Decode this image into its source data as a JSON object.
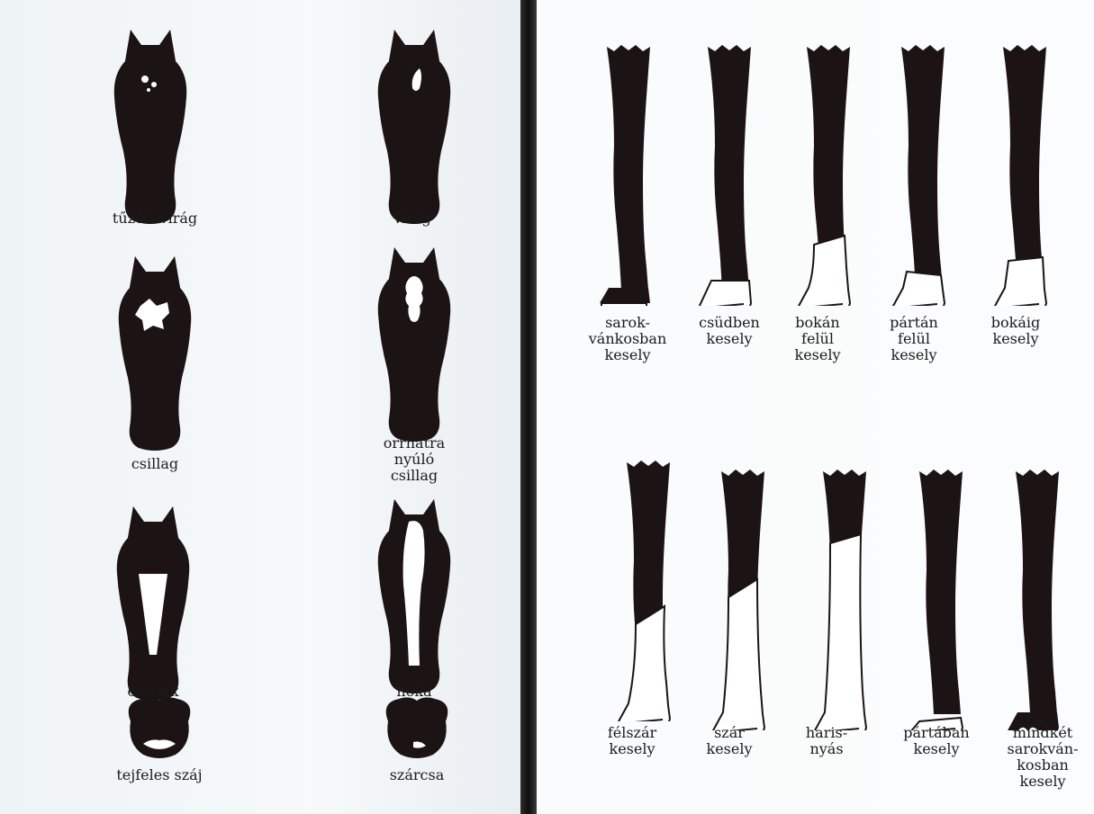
{
  "face_markings": [
    {
      "id": "tuzott-virag",
      "label": "tűzött virág"
    },
    {
      "id": "virag",
      "label": "virág"
    },
    {
      "id": "csillag",
      "label": "csillag"
    },
    {
      "id": "orrhatra-nyulo-csillag",
      "label_lines": [
        "orrhátra",
        "nyúló",
        "csillag"
      ]
    },
    {
      "id": "orrcsik",
      "label": "orrcsík"
    },
    {
      "id": "hoka",
      "label": "hóka"
    },
    {
      "id": "tejfeles-szaj",
      "label": "tejfeles száj"
    },
    {
      "id": "szarcsa",
      "label": "szárcsa"
    }
  ],
  "leg_markings_top": [
    {
      "id": "sarokvankosban-kesely",
      "label_lines": [
        "sarok-",
        "vánkosban",
        "kesely"
      ]
    },
    {
      "id": "csudben-kesely",
      "label_lines": [
        "csüdben",
        "kesely"
      ]
    },
    {
      "id": "bokan-felul-kesely",
      "label_lines": [
        "bokán",
        "felül",
        "kesely"
      ]
    },
    {
      "id": "partan-felul-kesely",
      "label_lines": [
        "pártán",
        "felül",
        "kesely"
      ]
    },
    {
      "id": "bokaig-kesely",
      "label_lines": [
        "bokáig",
        "kesely"
      ]
    }
  ],
  "leg_markings_bottom": [
    {
      "id": "felszar-kesely",
      "label_lines": [
        "félszár",
        "kesely"
      ]
    },
    {
      "id": "szar-kesely",
      "label_lines": [
        "szár",
        "kesely"
      ]
    },
    {
      "id": "harisnyas",
      "label_lines": [
        "haris-",
        "nyás"
      ]
    },
    {
      "id": "partaban-kesely",
      "label_lines": [
        "pártában",
        "kesely"
      ]
    },
    {
      "id": "mindket-sarokvankosban-kesely",
      "label_lines": [
        "mindkét",
        "sarokván-",
        "kosban",
        "kesely"
      ]
    }
  ],
  "colors": {
    "marking_fill": "#1c1414",
    "white_patch": "#ffffff"
  }
}
